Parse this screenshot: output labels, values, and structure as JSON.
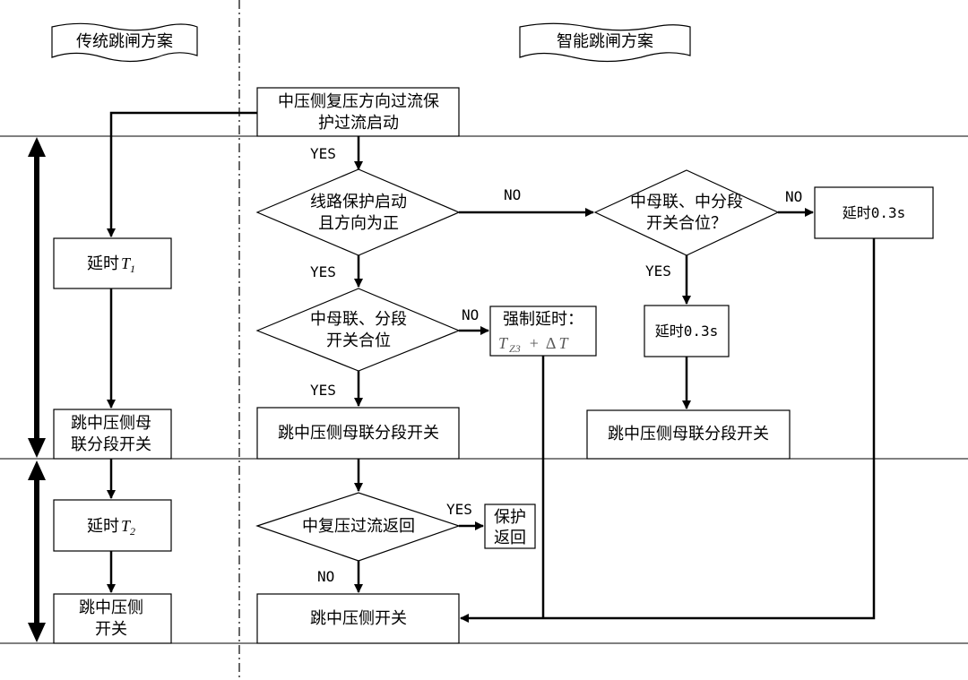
{
  "headers": {
    "traditional": "传统跳闸方案",
    "smart": "智能跳闸方案"
  },
  "nodes": {
    "start": [
      "中压侧复压方向过流保",
      "护过流启动"
    ],
    "d1": [
      "线路保护启动",
      "且方向为正"
    ],
    "d2": [
      "中母联、分段",
      "开关合位"
    ],
    "d3": [
      "中母联、中分段",
      "开关合位？"
    ],
    "d4": [
      "中复压过流返回"
    ],
    "force": {
      "title": "强制延时：",
      "T": "T",
      "sub": "Z3",
      "plus": "+",
      "delta": "Δ",
      "T2": "T"
    },
    "delay03_a": [
      "延时0.3s"
    ],
    "delay03_b": [
      "延时0.3s"
    ],
    "trip_bus_mid": [
      "跳中压侧母联分段开关"
    ],
    "trip_bus_right": [
      "跳中压侧母联分段开关"
    ],
    "protect_return": [
      "保护",
      "返回"
    ],
    "trip_side": [
      "跳中压侧开关"
    ],
    "t_delay1": {
      "prefix": "延时",
      "T": "T",
      "sub": "1"
    },
    "t_trip_bus": [
      "跳中压侧母",
      "联分段开关"
    ],
    "t_delay2": {
      "prefix": "延时",
      "T": "T",
      "sub": "2"
    },
    "t_trip_side": [
      "跳中压侧",
      "开关"
    ]
  },
  "labels": {
    "yes_start": "YES",
    "no_d1": "NO",
    "yes_d1": "YES",
    "no_d2": "NO",
    "yes_d2": "YES",
    "no_d3": "NO",
    "yes_d3": "YES",
    "yes_d4": "YES",
    "no_d4": "NO"
  }
}
